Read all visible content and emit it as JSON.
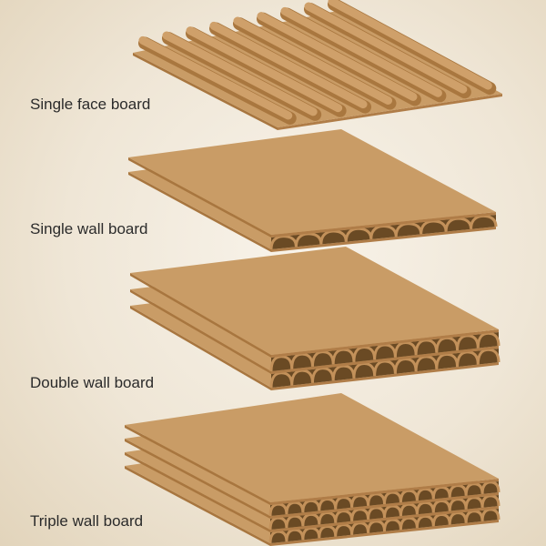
{
  "labels": {
    "single_face": "Single face board",
    "single_wall": "Single wall board",
    "double_wall": "Double wall board",
    "triple_wall": "Triple wall board"
  },
  "colors": {
    "sheet_top": "#c99c66",
    "sheet_edge": "#b07d48",
    "flute": "#c3915a",
    "flute_shadow": "#6a4a24",
    "text": "#2b2b2b"
  }
}
